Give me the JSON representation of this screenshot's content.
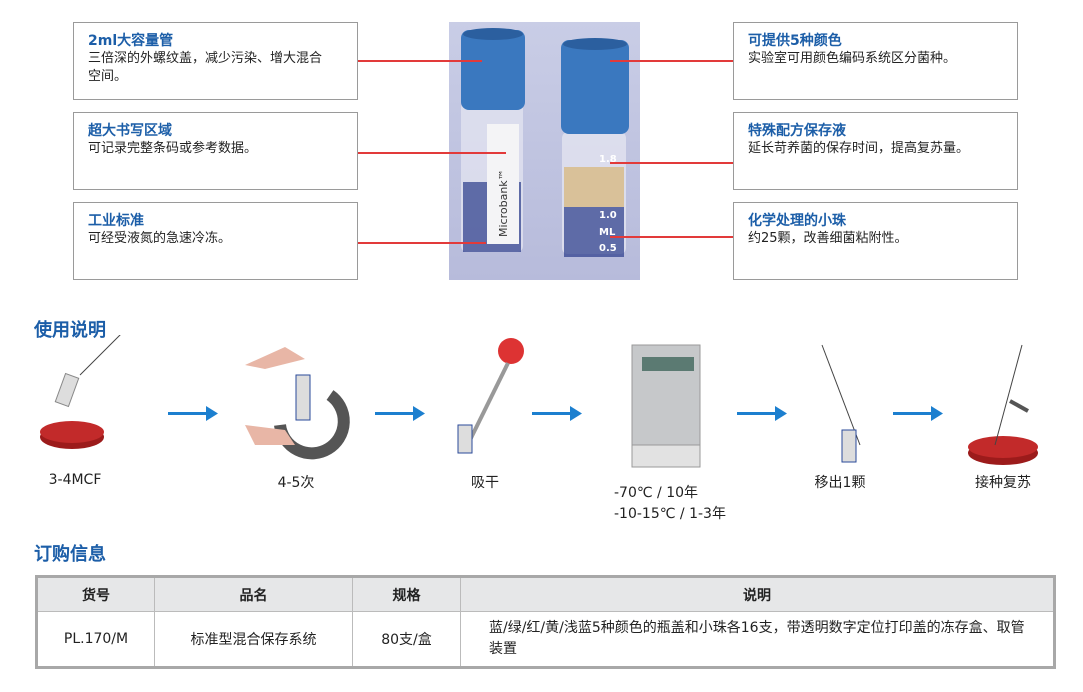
{
  "callouts_left": [
    {
      "title": "2ml大容量管",
      "text": "三倍深的外螺纹盖，减少污染、增大混合空间。"
    },
    {
      "title": "超大书写区域",
      "text": "可记录完整条码或参考数据。"
    },
    {
      "title": "工业标准",
      "text": "可经受液氮的急速冷冻。"
    }
  ],
  "callouts_right": [
    {
      "title": "可提供5种颜色",
      "text": "实验室可用颜色编码系统区分菌种。"
    },
    {
      "title": "特殊配方保存液",
      "text": "延长苛养菌的保存时间，提高复苏量。"
    },
    {
      "title": "化学处理的小珠",
      "text": "约25颗，改善细菌粘附性。"
    }
  ],
  "photo": {
    "label": "Microbank™",
    "scale": [
      "1.8",
      "1.0",
      "ML",
      "0.5"
    ]
  },
  "usage": {
    "title": "使用说明",
    "steps": [
      "3-4MCF",
      "4-5次",
      "吸干",
      "-70℃ / 10年",
      "-10-15℃ / 1-3年",
      "移出1颗",
      "接种复苏"
    ]
  },
  "order": {
    "title": "订购信息",
    "headers": [
      "货号",
      "品名",
      "规格",
      "说明"
    ],
    "rows": [
      [
        "PL.170/M",
        "标准型混合保存系统",
        "80支/盒",
        "蓝/绿/红/黄/浅蓝5种颜色的瓶盖和小珠各16支，带透明数字定位打印盖的冻存盒、取管装置"
      ]
    ]
  },
  "colors": {
    "accent": "#1c5ea8",
    "pointer": "#e23a3a"
  }
}
